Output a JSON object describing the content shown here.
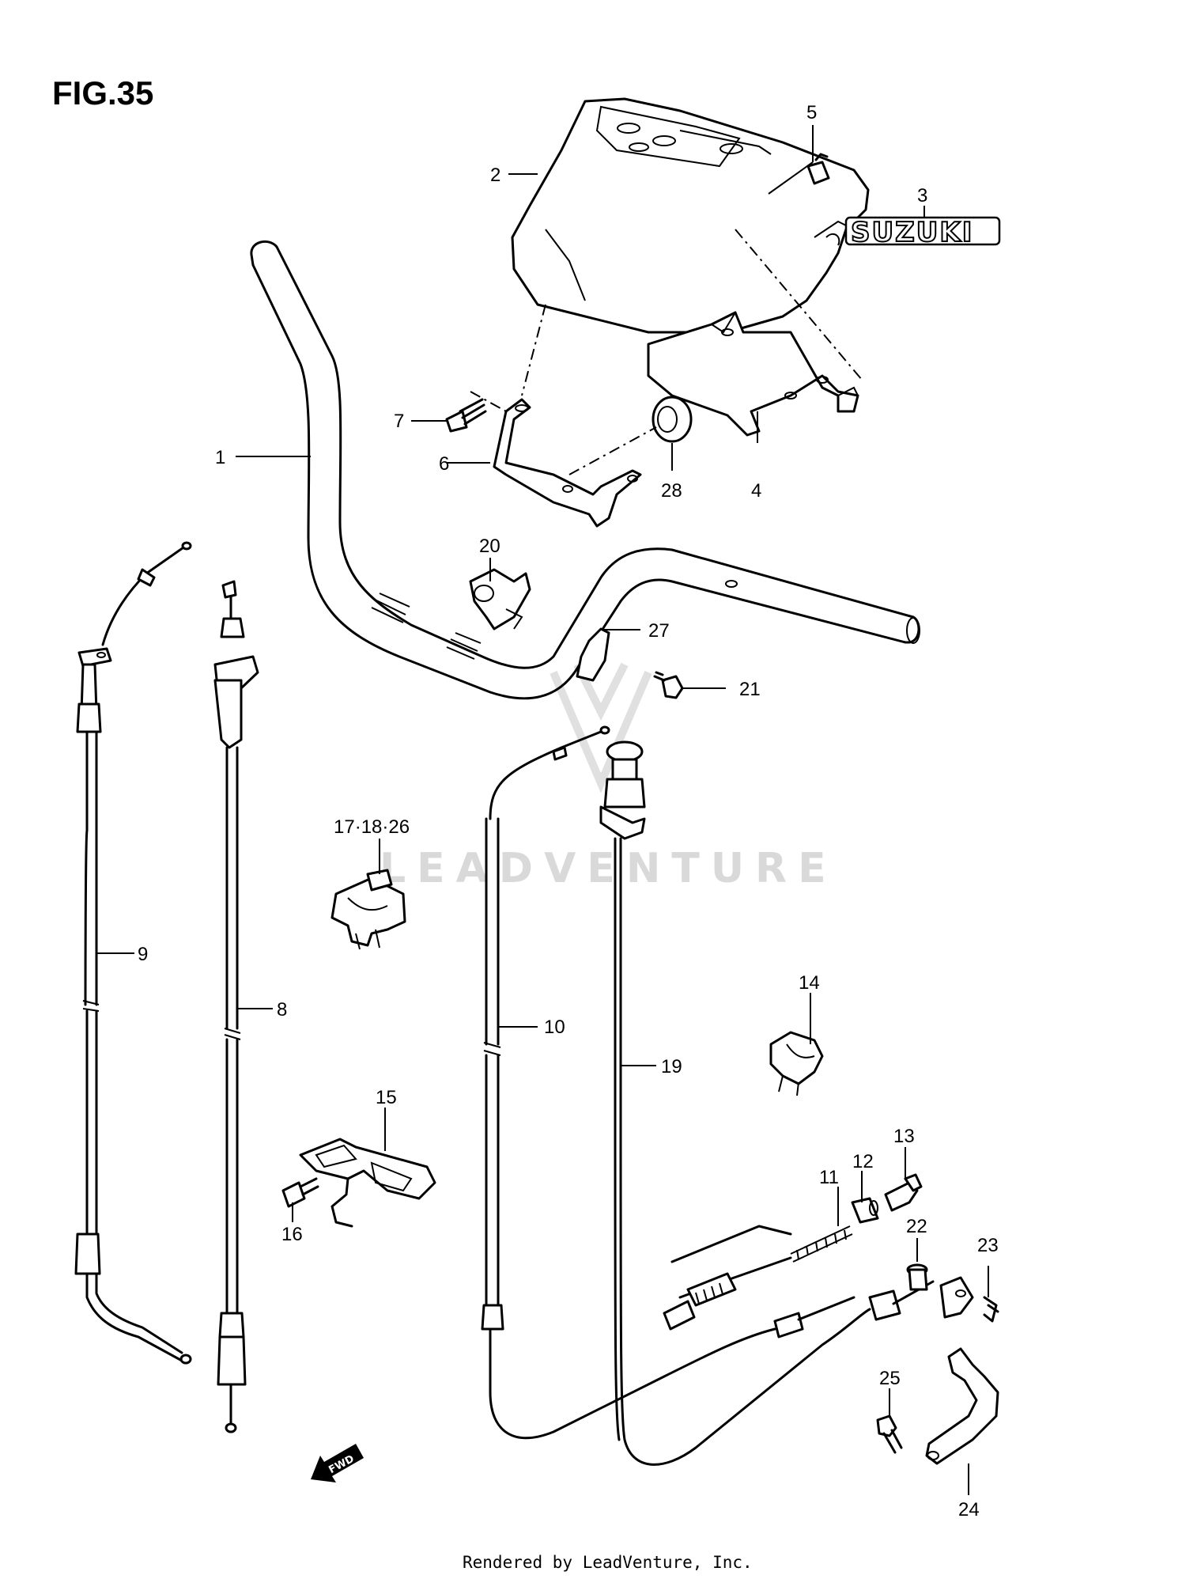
{
  "figure": {
    "title": "FIG.35"
  },
  "brand_label": "SUZUKI",
  "watermark": {
    "text": "LEADVENTURE"
  },
  "footer": {
    "text": "Rendered by LeadVenture, Inc."
  },
  "direction_label": "FWD",
  "callouts": {
    "c1": "1",
    "c2": "2",
    "c3": "3",
    "c4": "4",
    "c5": "5",
    "c6": "6",
    "c7": "7",
    "c8": "8",
    "c9": "9",
    "c10": "10",
    "c11": "11",
    "c12": "12",
    "c13": "13",
    "c14": "14",
    "c15": "15",
    "c16": "16",
    "c17": "17·18·26",
    "c19": "19",
    "c20": "20",
    "c21": "21",
    "c22": "22",
    "c23": "23",
    "c24": "24",
    "c25": "25",
    "c27": "27",
    "c28": "28"
  }
}
